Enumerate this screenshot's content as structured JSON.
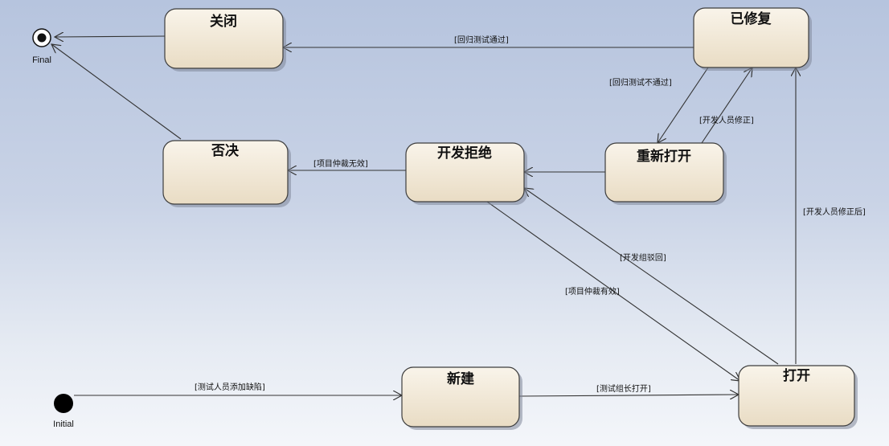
{
  "pseudostates": {
    "final": "Final",
    "initial": "Initial"
  },
  "states": {
    "closed": "关闭",
    "fixed": "已修复",
    "rejected": "否决",
    "dev_refused": "开发拒绝",
    "reopened": "重新打开",
    "new": "新建",
    "opened": "打开"
  },
  "transitions": {
    "regression_pass": "[回归测试通过]",
    "regression_fail": "[回归测试不通过]",
    "dev_fix": "[开发人员修正]",
    "pm_invalid": "[项目仲裁无效]",
    "dev_fix_after": "[开发人员修正后]",
    "dev_reject_back": "[开发组驳回]",
    "pm_valid": "[项目仲裁有效]",
    "tester_add": "[测试人员添加缺陷]",
    "lead_open": "[测试组长打开]"
  }
}
